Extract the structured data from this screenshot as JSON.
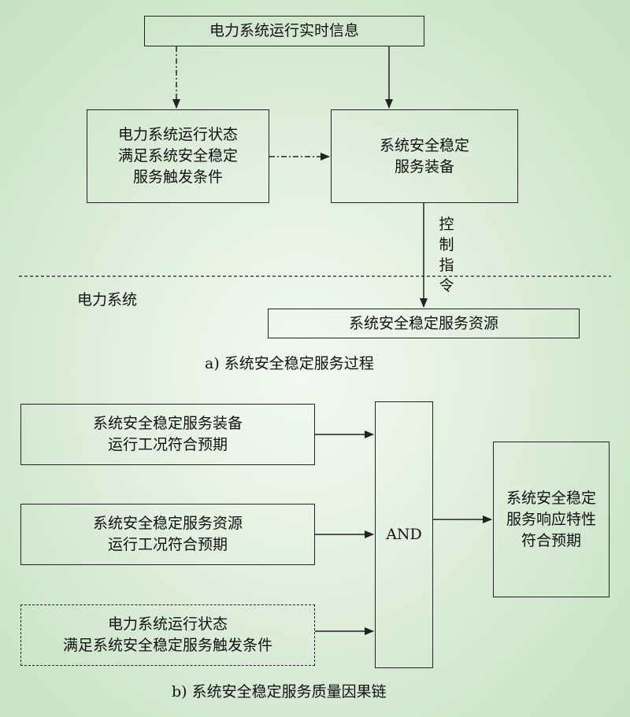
{
  "part_a": {
    "top_info": "电力系统运行实时信息",
    "trigger_condition": "电力系统运行状态\n满足系统安全稳定\n服务触发条件",
    "service_equipment": "系统安全稳定\n服务装备",
    "control_command": "控制指令",
    "power_system_label": "电力系统",
    "service_resource": "系统安全稳定服务资源",
    "caption": "a) 系统安全稳定服务过程"
  },
  "part_b": {
    "input_equipment": "系统安全稳定服务装备\n运行工况符合预期",
    "input_resource": "系统安全稳定服务资源\n运行工况符合预期",
    "input_trigger": "电力系统运行状态\n满足系统安全稳定服务触发条件",
    "gate": "AND",
    "output": "系统安全稳定\n服务响应特性\n符合预期",
    "caption": "b) 系统安全稳定服务质量因果链"
  },
  "colors": {
    "line": "#222222",
    "background_center": "#f3f9f2",
    "background_edge": "#c6e1c3"
  }
}
